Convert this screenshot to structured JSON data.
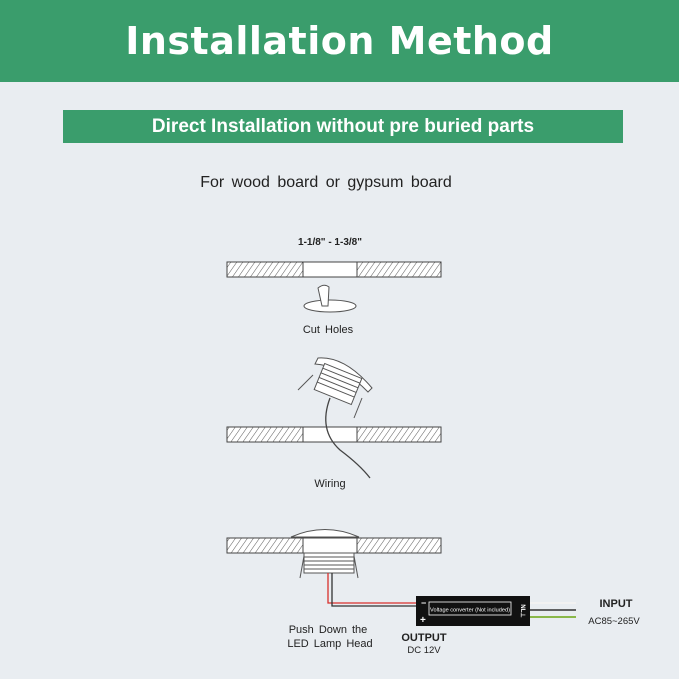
{
  "header": {
    "title": "Installation Method"
  },
  "subheader": {
    "title": "Direct Installation without pre buried parts"
  },
  "note": "For wood board or gypsum board",
  "steps": {
    "size": "1-1/8\" - 1-3/8\"",
    "cut_holes": "Cut Holes",
    "wiring": "Wiring",
    "push_down_line1": "Push Down the",
    "push_down_line2": "LED Lamp Head"
  },
  "converter": {
    "label": "Voltage converter (Not included)",
    "minus": "−",
    "plus": "+",
    "side_text": "NL⊥"
  },
  "input": {
    "title": "INPUT",
    "value": "AC85~265V"
  },
  "output": {
    "title": "OUTPUT",
    "value": "DC 12V"
  },
  "colors": {
    "brand_green": "#3a9d6c",
    "background": "#e9edf1",
    "wire_red": "#d9302c",
    "wire_green": "#8ab84a"
  }
}
